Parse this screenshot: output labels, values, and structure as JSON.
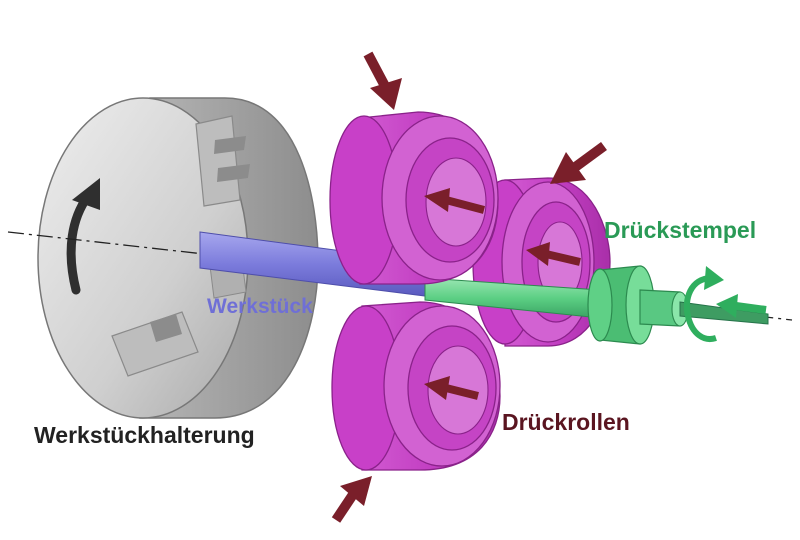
{
  "labels": {
    "workpiece": "Werkstück",
    "workpiece_holder": "Werkstückhalterung",
    "spinning_rollers": "Drückrollen",
    "spinning_mandrel": "Drückstempel"
  },
  "colors": {
    "workpiece": "#6f6fd6",
    "holder_text": "#222222",
    "rollers_text": "#5a1520",
    "mandrel_text": "#2a9a56",
    "roller_fill": "#c23fc2",
    "roller_face": "#d86bd8",
    "mandrel_fill": "#66d08c",
    "chuck_fill": "#c4c4c4",
    "force_arrow": "#7a1f2a",
    "feed_arrow": "#2fae5e",
    "rotation_arrow": "#2f2f2f"
  },
  "icons": {
    "chuck_rotation": "curved-arrow-icon",
    "roller_force": "force-arrow-icon",
    "mandrel_rotation": "rotation-arrow-icon",
    "mandrel_feed": "feed-arrow-icon"
  }
}
